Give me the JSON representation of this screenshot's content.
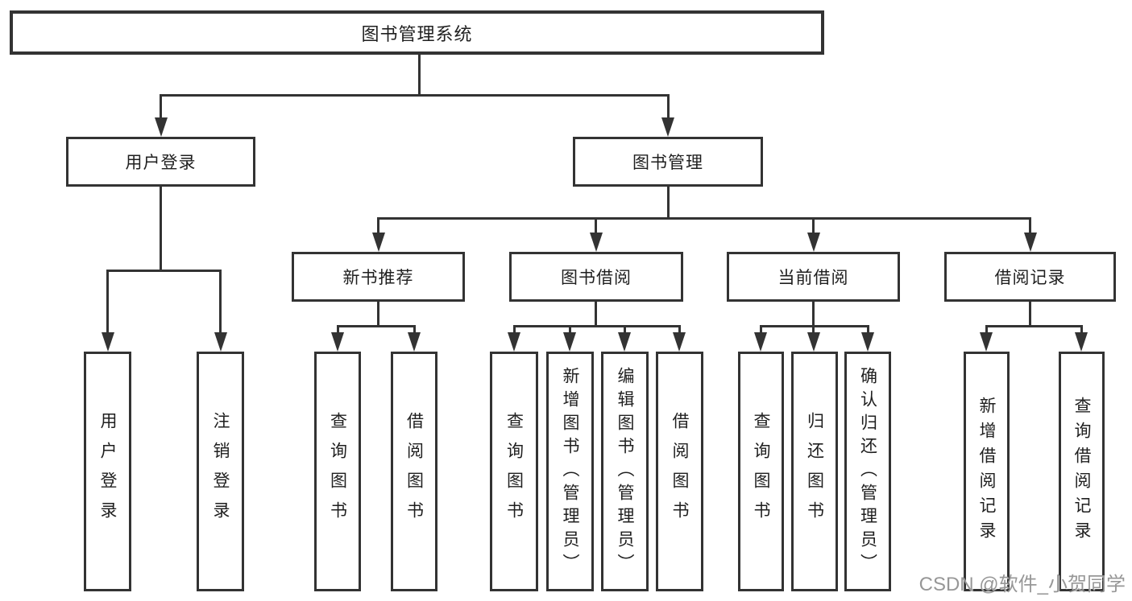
{
  "root": {
    "label": "图书管理系统"
  },
  "level2": [
    {
      "label": "用户登录"
    },
    {
      "label": "图书管理"
    }
  ],
  "level3": [
    {
      "label": "新书推荐"
    },
    {
      "label": "图书借阅"
    },
    {
      "label": "当前借阅"
    },
    {
      "label": "借阅记录"
    }
  ],
  "leaves": {
    "user_login": [
      "用户登录",
      "注销登录"
    ],
    "new_book": [
      "查询图书",
      "借阅图书"
    ],
    "book_borrow": [
      "查询图书",
      "新增图书（管理员）",
      "编辑图书（管理员）",
      "借阅图书"
    ],
    "current_borrow": [
      "查询图书",
      "归还图书",
      "确认归还（管理员）"
    ],
    "borrow_records": [
      "新增借阅记录",
      "查询借阅记录"
    ]
  },
  "watermark": "CSDN @软件_小贺同学",
  "colors": {
    "line": "#333333",
    "box_background": "#ffffff",
    "text": "#1f1f1f",
    "watermark": "#919191"
  }
}
